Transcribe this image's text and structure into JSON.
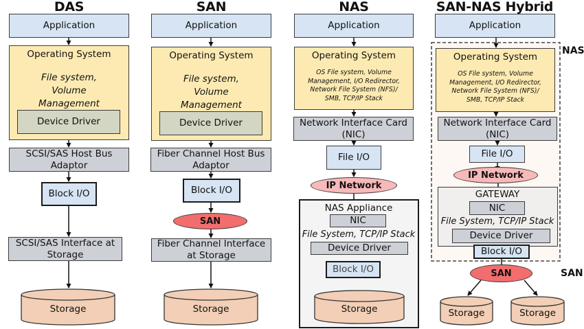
{
  "columns": {
    "das": {
      "title": "DAS",
      "application": "Application",
      "os_title": "Operating System",
      "os_detail": "File system, Volume Management",
      "device_driver": "Device Driver",
      "hba": "SCSI/SAS Host Bus Adaptor",
      "block_io": "Block I/O",
      "storage_interface": "SCSI/SAS Interface at Storage",
      "storage": "Storage"
    },
    "san": {
      "title": "SAN",
      "application": "Application",
      "os_title": "Operating System",
      "os_detail": "File system, Volume Management",
      "device_driver": "Device Driver",
      "hba": "Fiber Channel Host Bus Adaptor",
      "block_io": "Block I/O",
      "network": "SAN",
      "storage_interface": "Fiber Channel Interface at Storage",
      "storage": "Storage"
    },
    "nas": {
      "title": "NAS",
      "application": "Application",
      "os_title": "Operating System",
      "os_detail": "OS File system, Volume Management, I/O Redirector, Network File System (NFS)/ SMB, TCP/IP  Stack",
      "nic": "Network Interface Card (NIC)",
      "file_io": "File I/O",
      "network": "IP Network",
      "appliance_title": "NAS Appliance",
      "appliance_nic": "NIC",
      "appliance_detail": "File System, TCP/IP Stack",
      "appliance_device_driver": "Device Driver",
      "appliance_block_io": "Block I/O",
      "storage": "Storage"
    },
    "hybrid": {
      "title": "SAN-NAS Hybrid",
      "application": "Application",
      "os_title": "Operating System",
      "os_detail": "OS File system, Volume Management, I/O Redirector, Network File System (NFS)/ SMB, TCP/IP  Stack",
      "nic": "Network Interface Card (NIC)",
      "file_io": "File I/O",
      "network": "IP Network",
      "gateway_title": "GATEWAY",
      "gateway_nic": "NIC",
      "gateway_detail": "File System, TCP/IP Stack",
      "gateway_device_driver": "Device Driver",
      "gateway_block_io": "Block I/O",
      "san": "SAN",
      "storage_left": "Storage",
      "storage_right": "Storage",
      "nas_region_label": "NAS",
      "san_region_label": "SAN"
    }
  },
  "colors": {
    "application_fill": "#d6e4f3",
    "os_fill": "#fdeab2",
    "device_driver_fill": "#d3d6c2",
    "adapter_fill": "#cdd0d6",
    "san_fill": "#f26d6d",
    "ip_network_fill": "#f7b9b9",
    "storage_fill": "#f2cfb6"
  }
}
